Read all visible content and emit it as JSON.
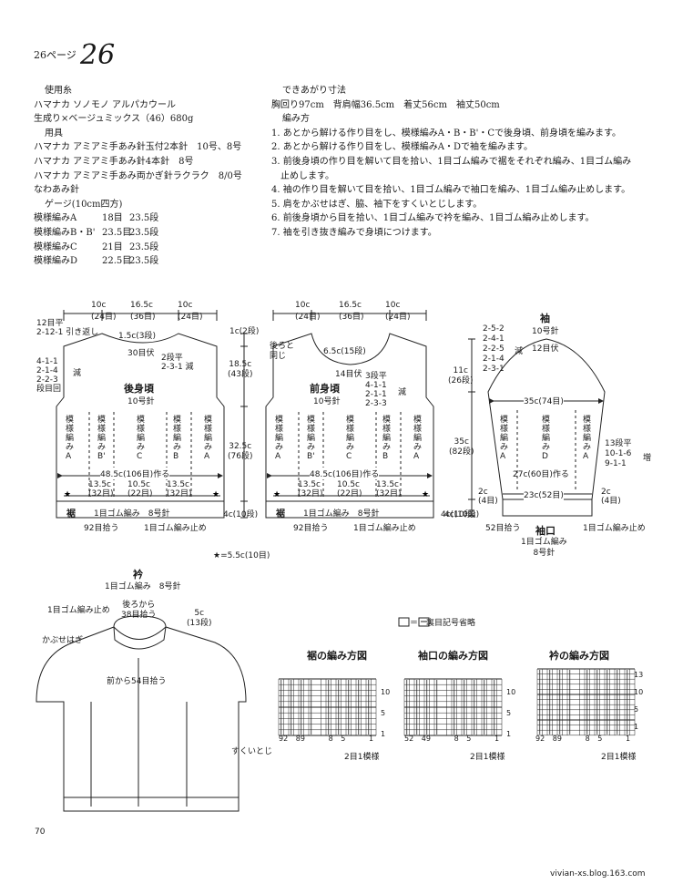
{
  "header": {
    "page_ref": "26ページ",
    "pattern_number": "26"
  },
  "materials": {
    "yarn_title": "使用糸",
    "yarn_name": "ハマナカ ソノモノ アルパカウール",
    "yarn_color": "生成り×ベージュミックス（46）680g",
    "tools_title": "用具",
    "tools": [
      "ハマナカ アミアミ手あみ針玉付2本針　10号、8号",
      "ハマナカ アミアミ手あみ針4本針　8号",
      "ハマナカ アミアミ手あみ両かぎ針ラクラク　8/0号",
      "なわあみ針"
    ],
    "gauge_title": "ゲージ(10cm四方)",
    "gauge": [
      [
        "模様編みA",
        "18目",
        "23.5段"
      ],
      [
        "模様編みB・B'",
        "23.5目",
        "23.5段"
      ],
      [
        "模様編みC",
        "21目",
        "23.5段"
      ],
      [
        "模様編みD",
        "22.5目",
        "23.5段"
      ]
    ]
  },
  "finished": {
    "title": "できあがり寸法",
    "sizes": "胸回り97cm　背肩幅36.5cm　着丈56cm　袖丈50cm",
    "method_title": "編み方",
    "steps": [
      "1. あとから解ける作り目をし、模様編みA・B・B'・Cで後身頃、前身頃を編みます。",
      "2. あとから解ける作り目をし、模様編みA・Dで袖を編みます。",
      "3. 前後身頃の作り目を解いて目を拾い、1目ゴム編みで裾をそれぞれ編み、1目ゴム編み",
      "止めします。",
      "4. 袖の作り目を解いて目を拾い、1目ゴム編みで袖口を編み、1目ゴム編み止めします。",
      "5. 肩をかぶせはぎ、脇、袖下をすくいとじします。",
      "6. 前後身頃から目を拾い、1目ゴム編みで衿を編み、1目ゴム編み止めします。",
      "7. 袖を引き抜き編みで身頃につけます。"
    ]
  },
  "back": {
    "top_widths": [
      "10c",
      "16.5c",
      "10c"
    ],
    "top_stitches": [
      "(24目)",
      "(36目)",
      "(24目)"
    ],
    "left_notes": [
      "12目平",
      "2-12-1 引き返し",
      "4-1-1",
      "2-1-4",
      "2-2-3",
      "段目回"
    ],
    "decrease_label": "減",
    "neck_shoulder": "1.5c(3段)",
    "bind_off": "30目伏",
    "neck_notes": [
      "2段平",
      "2-3-1 減"
    ],
    "title": "後身頃",
    "needle": "10号針",
    "columns": [
      "模様編みA",
      "模様編みB'",
      "模様編みC",
      "模様編みB",
      "模様編みA"
    ],
    "cast_on": "48.5c(106目)作る",
    "hem_widths": [
      "13.5c",
      "10.5c",
      "13.5c"
    ],
    "hem_stitches": [
      "(32目)",
      "(22目)",
      "(32目)"
    ],
    "hem_label": "裾",
    "hem_text": "1目ゴム編み　8号針",
    "pickup": "92目拾う",
    "bindoff_text": "1目ゴム編み止め",
    "heights": [
      "1c(2段)",
      "18.5c",
      "(43段)",
      "32.5c",
      "(76段)",
      "4c(10段)"
    ]
  },
  "front": {
    "top_widths": [
      "10c",
      "16.5c",
      "10c"
    ],
    "top_stitches": [
      "(24目)",
      "(36目)",
      "(24目)"
    ],
    "side_note": [
      "後ろと",
      "同じ"
    ],
    "neck_depth": "6.5c(15段)",
    "bind_off": "14目伏",
    "neck_notes": [
      "3段平",
      "4-1-1",
      "2-1-1",
      "2-3-3"
    ],
    "decrease_label": "減",
    "title": "前身頃",
    "needle": "10号針",
    "columns": [
      "模様編みA",
      "模様編みB'",
      "模様編みC",
      "模様編みB",
      "模様編みA"
    ],
    "cast_on": "48.5c(106目)作る",
    "hem_widths": [
      "13.5c",
      "10.5c",
      "13.5c"
    ],
    "hem_stitches": [
      "(32目)",
      "(22目)",
      "(32目)"
    ],
    "hem_label": "裾",
    "hem_text": "1目ゴム編み　8号針",
    "pickup": "92目拾う",
    "bindoff_text": "1目ゴム編み止め",
    "heights": [
      "4c(10段)"
    ]
  },
  "sleeve": {
    "title": "袖",
    "needle": "10号針",
    "cap_notes": [
      "2-5-2",
      "2-4-1",
      "2-2-5",
      "2-1-4",
      "2-3-1"
    ],
    "decrease_label": "減",
    "bind_off": "12目伏",
    "cap_height": [
      "11c",
      "(26段)"
    ],
    "upper_width": "35c(74目)",
    "columns": [
      "模様編みA",
      "模様編みD",
      "模様編みA"
    ],
    "length": [
      "35c",
      "(82段)"
    ],
    "increase_notes": [
      "13段平",
      "10-1-6",
      "9-1-1"
    ],
    "increase_label": "増",
    "cast_on": "27c(60目)作る",
    "cuff_width": "23c(52目)",
    "cuff_height": [
      "2c",
      "(4目)"
    ],
    "cuff_height_right": [
      "2c",
      "(4目)"
    ],
    "cuff_rows": "4c(10段)",
    "pickup": "52目拾う",
    "bindoff_text": "1目ゴム編み止め",
    "cuff_title": "袖口",
    "cuff_text": [
      "1目ゴム編み",
      "8号針"
    ]
  },
  "star_note": "★=5.5c(10目)",
  "collar": {
    "title": "衿",
    "text": "1目ゴム編み　8号針",
    "bindoff": "1目ゴム編み止め",
    "back_pick": [
      "後ろから",
      "38目拾う"
    ],
    "height": [
      "5c",
      "(13段)"
    ],
    "shoulder_seam": "かぶせはぎ",
    "front_pick": "前から54目拾う",
    "side_seam": "すくいとじ"
  },
  "legend": {
    "text": "＝　裏目記号省略"
  },
  "charts": [
    {
      "title": "裾の編み方図",
      "x_labels": [
        "92",
        "89",
        "8",
        "5",
        "1"
      ],
      "row_labels": [
        "10",
        "5",
        "1"
      ],
      "repeat": "2目1模様"
    },
    {
      "title": "袖口の編み方図",
      "x_labels": [
        "52",
        "49",
        "8",
        "5",
        "1"
      ],
      "row_labels": [
        "10",
        "5",
        "1"
      ],
      "repeat": "2目1模様"
    },
    {
      "title": "衿の編み方図",
      "x_labels": [
        "92",
        "89",
        "8",
        "5",
        "1"
      ],
      "row_labels": [
        "13",
        "10",
        "5",
        "1"
      ],
      "repeat": "2目1模様"
    }
  ],
  "footer": {
    "page_number": "70",
    "watermark": "vivian-xs.blog.163.com"
  }
}
